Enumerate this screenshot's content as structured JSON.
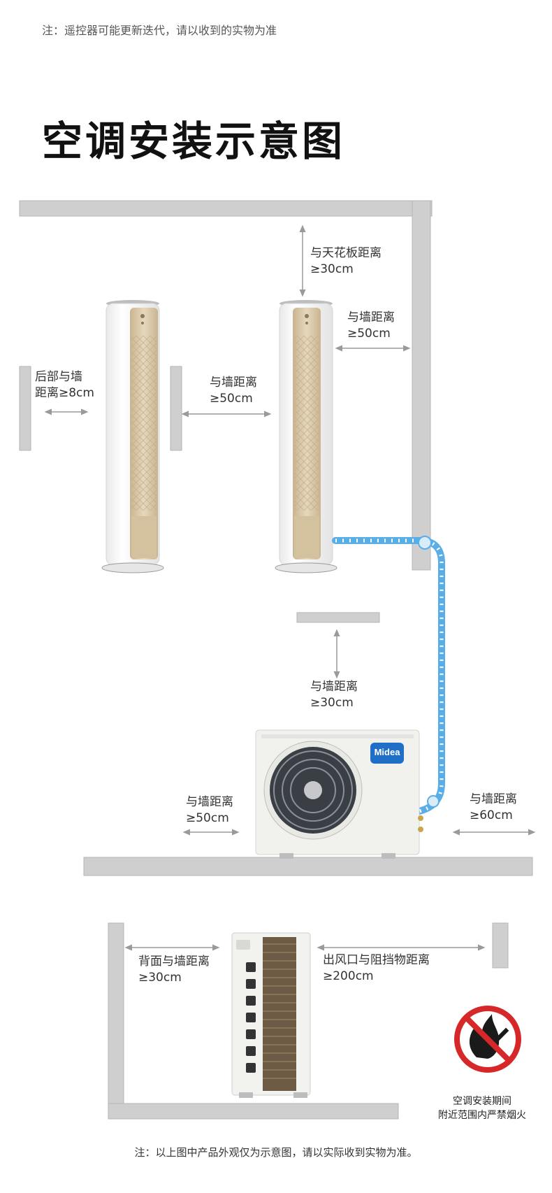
{
  "top_note": "注：遥控器可能更新迭代，请以收到的实物为准",
  "title": "空调安装示意图",
  "labels": {
    "back_wall_1": "后部与墙",
    "back_wall_2": "距离≥8cm",
    "side_wall_a_1": "与墙距离",
    "side_wall_a_2": "≥50cm",
    "ceiling_1": "与天花板距离",
    "ceiling_2": "≥30cm",
    "side_wall_b_1": "与墙距离",
    "side_wall_b_2": "≥50cm",
    "outdoor_top_1": "与墙距离",
    "outdoor_top_2": "≥30cm",
    "outdoor_left_1": "与墙距离",
    "outdoor_left_2": "≥50cm",
    "outdoor_right_1": "与墙距离",
    "outdoor_right_2": "≥60cm",
    "back_outdoor_1": "背面与墙距离",
    "back_outdoor_2": "≥30cm",
    "outlet_1": "出风口与阻挡物距离",
    "outlet_2": "≥200cm"
  },
  "brand": "Midea",
  "warning_1": "空调安装期间",
  "warning_2": "附近范围内严禁烟火",
  "bottom_note": "注：以上图中产品外观仅为示意图，请以实际收到实物为准。",
  "colors": {
    "wall": "#cfcfcf",
    "gold": "#d9c7a6",
    "pipe": "#5aaee8",
    "brand_blue": "#1f6fc7",
    "warning_red": "#d62828"
  }
}
